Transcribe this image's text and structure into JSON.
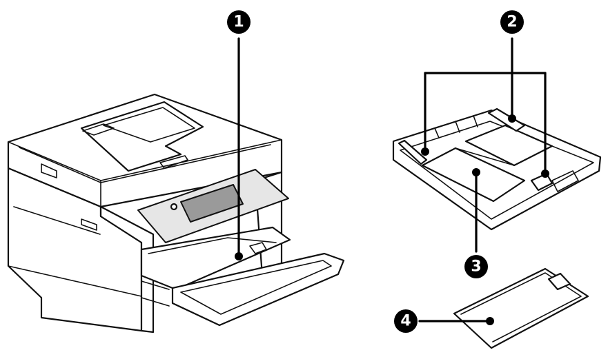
{
  "callouts": [
    {
      "id": "1",
      "label": "1"
    },
    {
      "id": "2",
      "label": "2"
    },
    {
      "id": "3",
      "label": "3"
    },
    {
      "id": "4",
      "label": "4"
    }
  ],
  "colors": {
    "line": "#111111",
    "badge": "#000000",
    "badge_text": "#ffffff",
    "panel_grey": "#e6e6e6",
    "screen_grey": "#9a9a9a"
  }
}
